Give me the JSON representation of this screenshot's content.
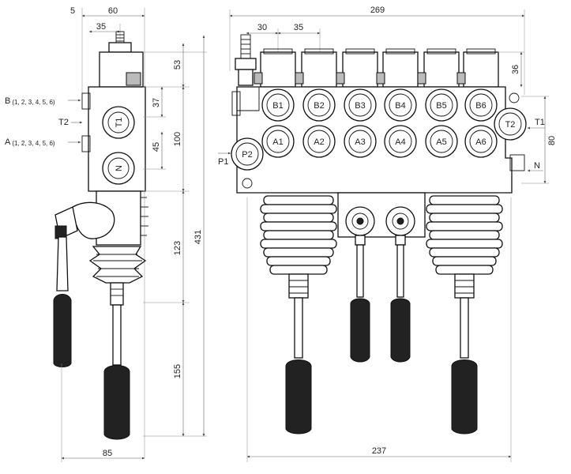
{
  "dimensions": {
    "side_top_5": "5",
    "side_top_60": "60",
    "side_35": "35",
    "side_53": "53",
    "side_37": "37",
    "side_100": "100",
    "side_45": "45",
    "side_123": "123",
    "side_431": "431",
    "side_155": "155",
    "side_85": "85",
    "front_269": "269",
    "front_30": "30",
    "front_35": "35",
    "front_36": "36",
    "front_80": "80",
    "front_237": "237"
  },
  "side_labels": {
    "b_port": "B",
    "a_port": "A",
    "port_indices": "(1, 2, 3, 4, 5, 6)",
    "t2": "T2",
    "t1_port": "T1",
    "n_port": "N"
  },
  "front_labels": {
    "b_ports": [
      "B1",
      "B2",
      "B3",
      "B4",
      "B5",
      "B6"
    ],
    "a_ports": [
      "A1",
      "A2",
      "A3",
      "A4",
      "A5",
      "A6"
    ],
    "p2": "P2",
    "p1": "P1",
    "t2": "T2",
    "t1": "T1",
    "n": "N"
  }
}
